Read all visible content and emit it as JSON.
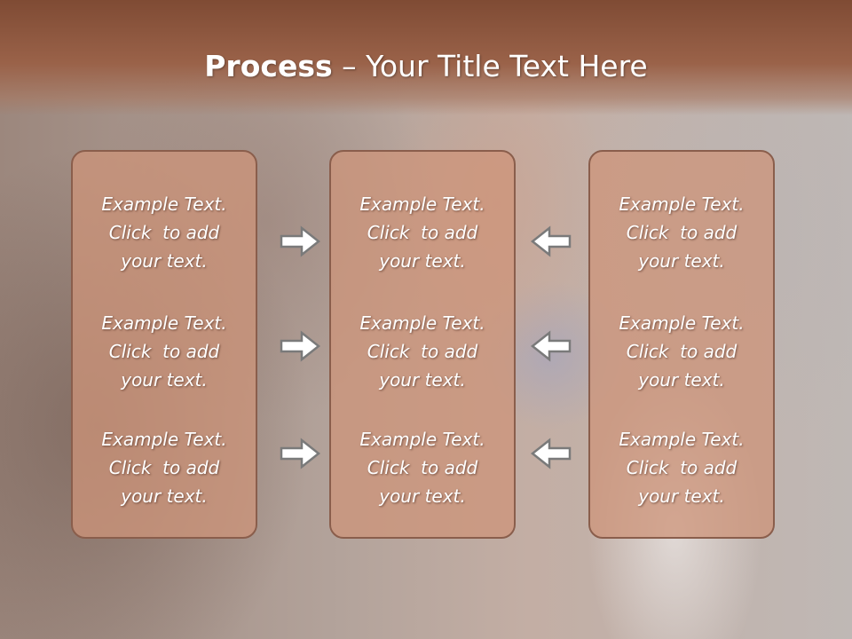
{
  "slide": {
    "title_bold": "Process",
    "title_rest": " – Your Title Text Here"
  },
  "columns": [
    {
      "items": [
        {
          "line1": "Example Text.",
          "line2": "Click  to add",
          "line3": "your text."
        },
        {
          "line1": "Example Text.",
          "line2": "Click  to add",
          "line3": "your text."
        },
        {
          "line1": "Example Text.",
          "line2": "Click  to add",
          "line3": "your text."
        }
      ]
    },
    {
      "items": [
        {
          "line1": "Example Text.",
          "line2": "Click  to add",
          "line3": "your text."
        },
        {
          "line1": "Example Text.",
          "line2": "Click  to add",
          "line3": "your text."
        },
        {
          "line1": "Example Text.",
          "line2": "Click  to add",
          "line3": "your text."
        }
      ]
    },
    {
      "items": [
        {
          "line1": "Example Text.",
          "line2": "Click  to add",
          "line3": "your text."
        },
        {
          "line1": "Example Text.",
          "line2": "Click  to add",
          "line3": "your text."
        },
        {
          "line1": "Example Text.",
          "line2": "Click  to add",
          "line3": "your text."
        }
      ]
    }
  ],
  "arrows": {
    "left_column": [
      "arrow-right-icon",
      "arrow-right-icon",
      "arrow-right-icon"
    ],
    "right_column": [
      "arrow-left-icon",
      "arrow-left-icon",
      "arrow-left-icon"
    ]
  },
  "colors": {
    "header": "#8f5840",
    "card_fill": "#cd947a",
    "card_border": "#8a5e4c",
    "text": "#ffffff"
  }
}
